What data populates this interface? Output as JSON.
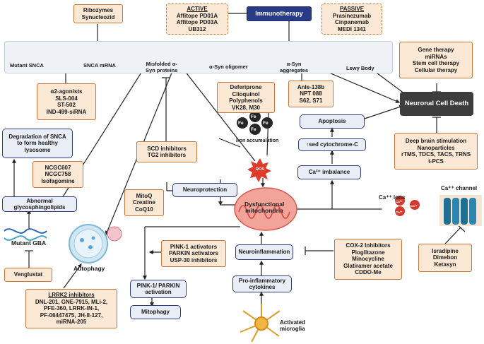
{
  "pathway": {
    "mutant_snca": "Mutant SNCA",
    "snca_mrna": "SNCA mRNA",
    "misfolded_1": "Misfolded α-",
    "misfolded_2": "Syn proteins",
    "oligomer": "α-Syn oligomer",
    "aggregates_1": "α-Syn",
    "aggregates_2": "aggregates",
    "lewy_body": "Lewy Body"
  },
  "immunotherapy": "Immunotherapy",
  "ribozymes": [
    "Ribozymes",
    "Synucleozid"
  ],
  "active": {
    "title": "ACTIVE",
    "items": [
      "Affitope PD01A",
      "Affitope PD03A",
      "UB312"
    ]
  },
  "passive": {
    "title": "PASSIVE",
    "items": [
      "Prasinezumab",
      "Cinpanemab",
      "MEDI 1341"
    ]
  },
  "gene_therapy": [
    "Gene therapy",
    "miRNAs",
    "Stem cell therapy",
    "Cellular therapy"
  ],
  "neuronal_death": "Neuronal Cell Death",
  "alpha2": [
    "α2-agonists",
    "SLS-004",
    "ST-502",
    "IND-499-siRNA"
  ],
  "iron_chelators": [
    "Deferiprone",
    "Clioquinol",
    "Polyphenols",
    "VK28, M30"
  ],
  "fe_label": "Fe",
  "iron_accumulation": "Iron accumulation",
  "anle": [
    "Anle-138b",
    "NPT 088",
    "S62, S71"
  ],
  "apoptosis": "Apoptosis",
  "cytochrome": "↑sed cytochrome-C",
  "ca_imbalance": "Ca²⁺ imbalance",
  "deep_brain": [
    "Deep brain stimulation",
    "Nanoparticles",
    "rTMS, TDCS, TACS, TRNS",
    "t-PCS"
  ],
  "degradation": [
    "Degradation of SNCA",
    "to form healthy",
    "lysosome"
  ],
  "ncgc": [
    "NCGC607",
    "NCGC758",
    "Isofagomine"
  ],
  "scd": [
    "SCD inhibitors",
    "TG2 inhibitors"
  ],
  "ros": "ROS",
  "abnormal_gsl": [
    "Abnormal",
    "glycosphingolipids"
  ],
  "mitoq": [
    "MitoQ",
    "Creatine",
    "CoQ10"
  ],
  "neuroprotection": "Neuroprotection",
  "dysfunctional_mito": [
    "Dysfunctional",
    "mitochondria"
  ],
  "ca_ions": "Ca⁺⁺ ions",
  "ca_channel": "Ca⁺⁺ channel",
  "ca_ion_label": "Ca²⁺",
  "mutant_gba": "Mutant GBA",
  "pink_activators": [
    "PINK-1 activators",
    "PARKIN activators",
    "USP-30 inhibitors"
  ],
  "neuroinflammation": "Neuroinflammation",
  "cox2": [
    "COX-2 Inhibitors",
    "Pioglitazone",
    "Minocycline",
    "Glatiramer acetate",
    "CDDO-Me"
  ],
  "venglustat": "Venglustat",
  "autophagy": "Autophagy",
  "pink_parkin": [
    "PINK-1/ PARKIN",
    "activation"
  ],
  "pro_inflam": [
    "Pro-inflammatory",
    "cytokines"
  ],
  "isradipine": [
    "Isradipine",
    "Dimebon",
    "Ketasyn"
  ],
  "lrrk2": {
    "title": "LRRK2 inhibitors",
    "items": [
      "DNL-201, GNE-7915, MLi-2,",
      "PFE-360, LRRK-IN-1,",
      "PF-06447475, JH-II-127,",
      "miRNA-205"
    ]
  },
  "mitophagy": "Mitophagy",
  "activated_microglia": [
    "Activated",
    "microglia"
  ],
  "colors": {
    "orange_border": "#c8763a",
    "orange_fill": "#fbe9d5",
    "navy": "#293a86",
    "blue_fill": "#e9edf6",
    "dark": "#3d3d3d",
    "red": "#d63a2f"
  }
}
